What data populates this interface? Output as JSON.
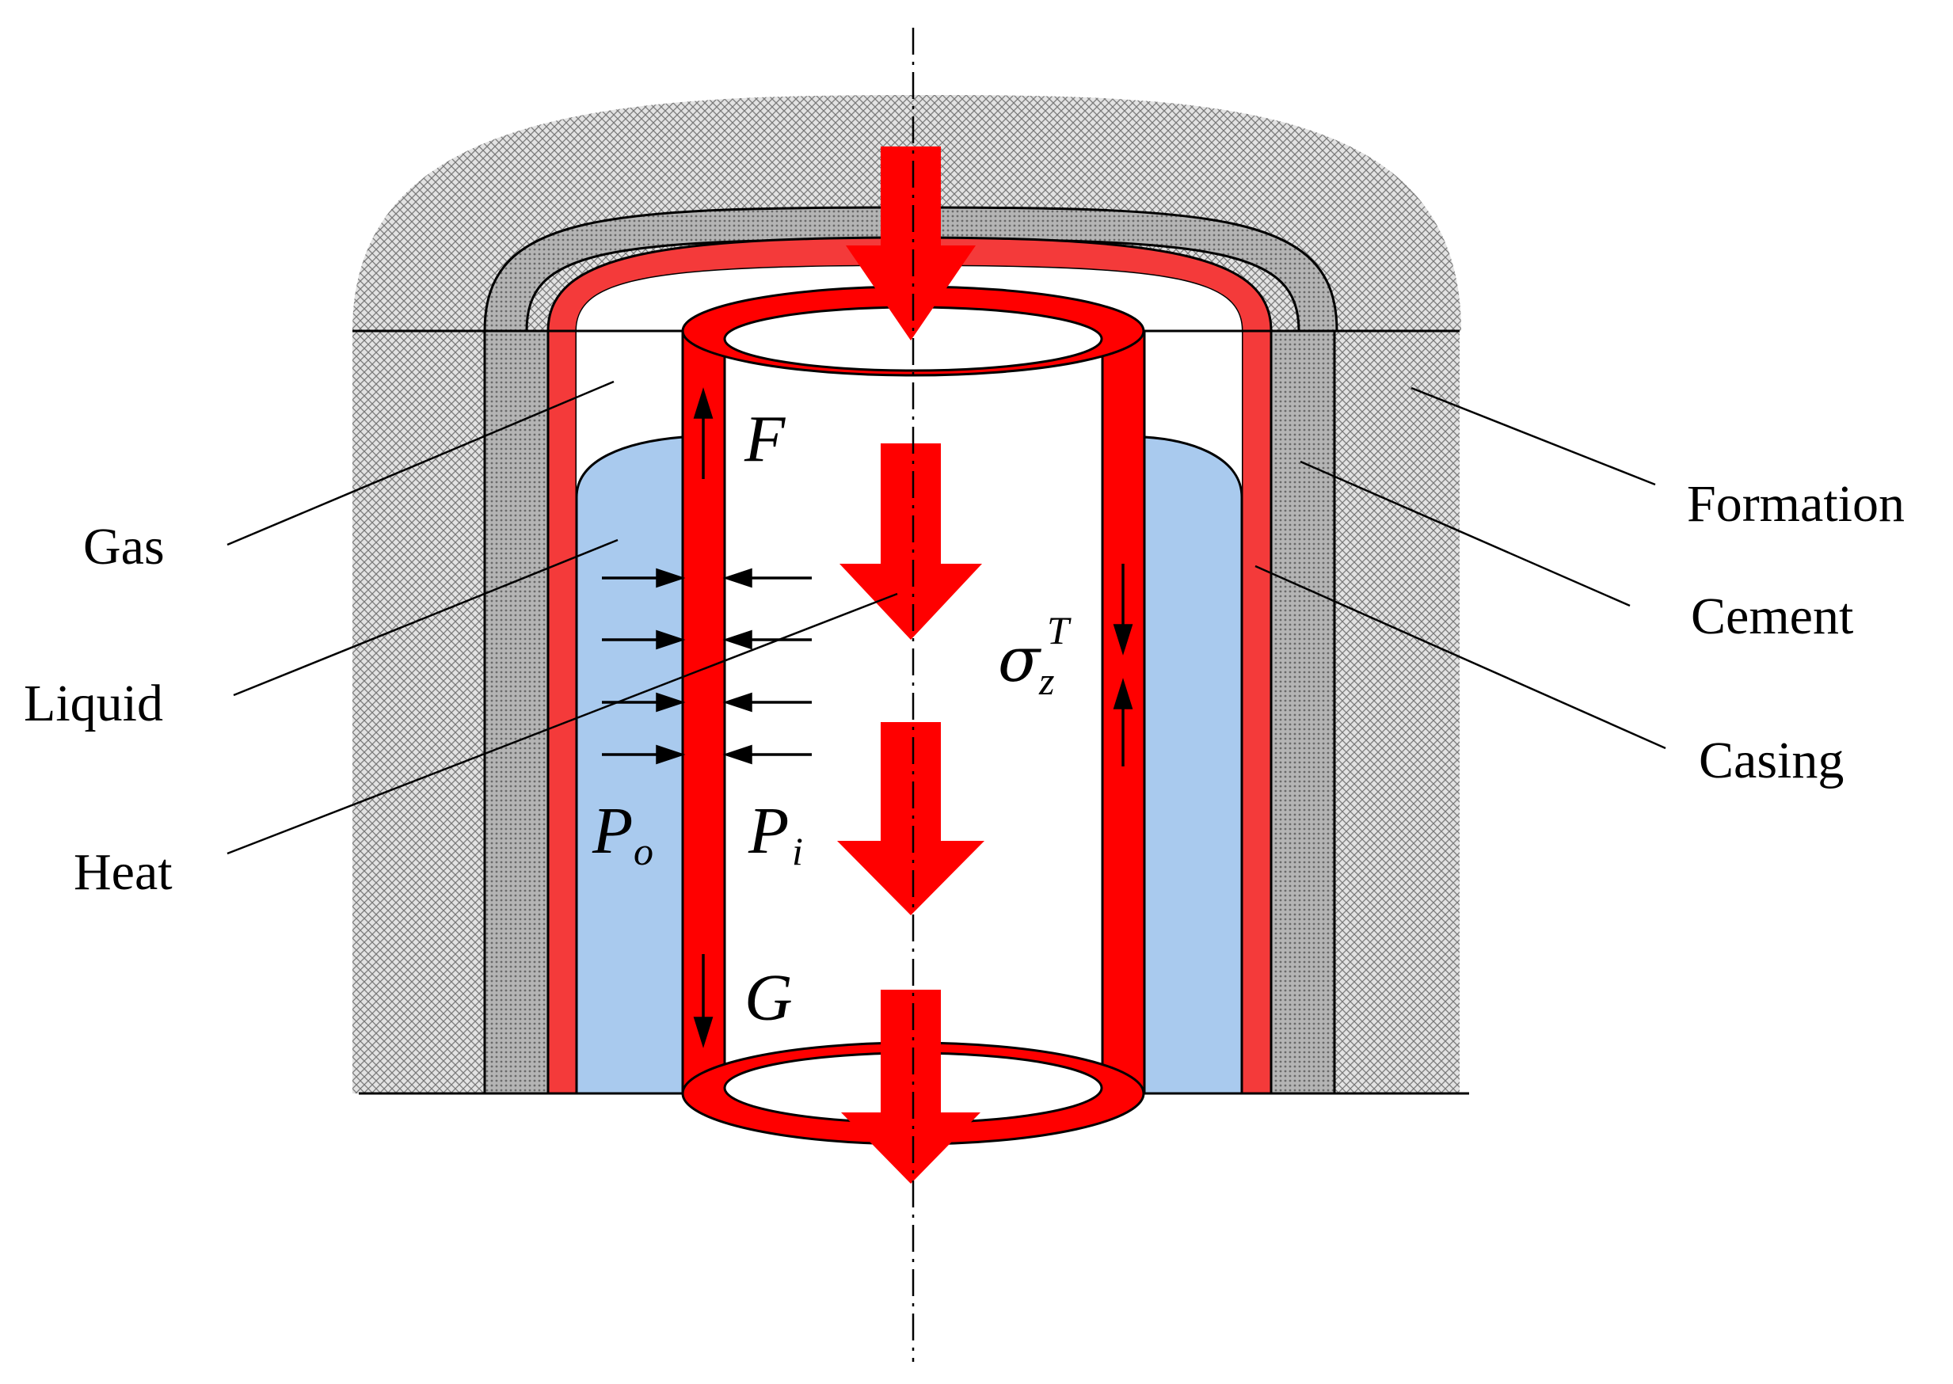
{
  "labels": {
    "gas": "Gas",
    "liquid": "Liquid",
    "heat": "Heat",
    "formation": "Formation",
    "cement": "Cement",
    "casing": "Casing"
  },
  "symbols": {
    "F": "F",
    "G": "G",
    "P": "P",
    "o": "o",
    "i": "i",
    "sigma": "σ",
    "z": "z",
    "T": "T"
  },
  "colors": {
    "tubing_red": "#ff0000",
    "casing_red": "#f43a3a",
    "liquid_blue": "#a9caee",
    "cement_gray": "#a8a8a8",
    "formation_gray": "#cfcfcf",
    "outline": "#000000"
  }
}
